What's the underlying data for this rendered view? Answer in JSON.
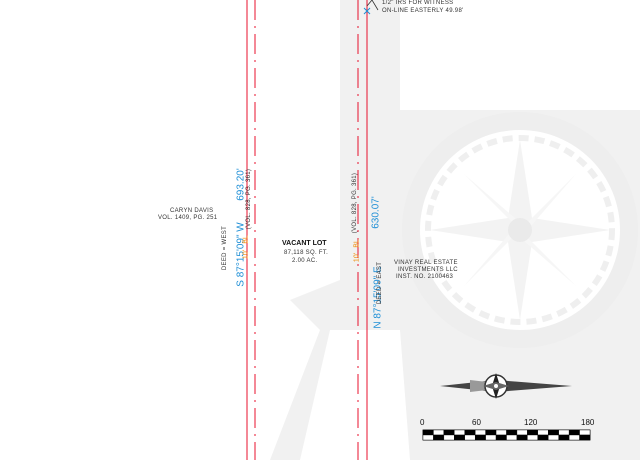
{
  "note_top": {
    "line1": "1/2\" IRS FOR WITNESS",
    "line2": "ON-LINE EASTERLY 49.98'"
  },
  "west_owner": {
    "name": "CARYN DAVIS",
    "ref": "VOL. 1409, PG. 251"
  },
  "lot": {
    "title": "VACANT LOT",
    "area_sqft": "87,118 SQ. FT.",
    "area_ac": "2.00 AC."
  },
  "east_owner": {
    "name": "VINAY REAL ESTATE",
    "name2": "INVESTMENTS LLC",
    "ref": "INST. NO. 2100463"
  },
  "west_line": {
    "bearing": "S 87°15'09\" W",
    "distance": "693.20'",
    "deed": "DEED = WEST",
    "bl_width": "10'",
    "bl_label": "BL",
    "bl_ref": "(VOL. 828, PG. 361)"
  },
  "east_line": {
    "bearing": "N 87°15'09\" E",
    "distance": "630.07'",
    "deed": "DEED = EAST",
    "bl_width": "10'",
    "bl_label": "BL",
    "bl_ref": "(VOL. 828, PG. 361)"
  },
  "scale_bar": {
    "labels": [
      "0",
      "60",
      "120",
      "180"
    ]
  },
  "colors": {
    "boundary": "#e8112d",
    "bearing": "#1f8fd6",
    "building_line": "#f08a00",
    "watermark": "#f2f2f2",
    "text": "#333333"
  }
}
